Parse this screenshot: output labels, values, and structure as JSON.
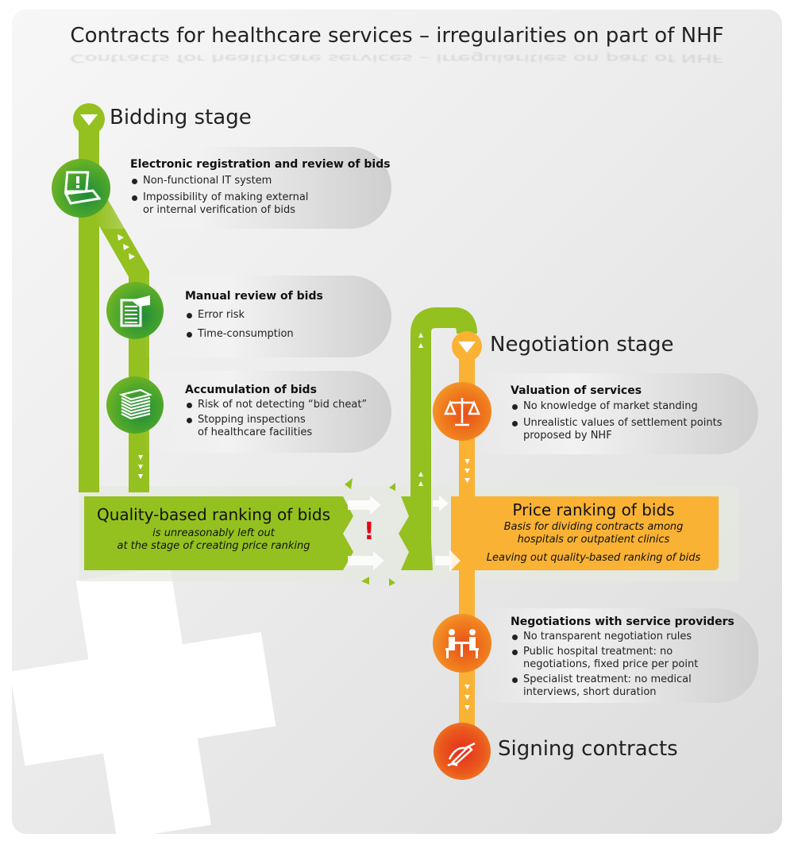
{
  "title": "Contracts for healthcare services – irregularities on part of NHF",
  "bidding": {
    "label": "Bidding stage",
    "steps": [
      {
        "heading": "Electronic registration and review of bids",
        "icon": "laptop-warning-icon",
        "items": [
          "Non-functional IT system",
          "Impossibility of making external\nor internal verification of bids"
        ]
      },
      {
        "heading": "Manual review of bids",
        "icon": "hand-document-icon",
        "items": [
          "Error risk",
          "Time-consumption"
        ]
      },
      {
        "heading": "Accumulation of bids",
        "icon": "document-stack-icon",
        "items": [
          "Risk of not detecting “bid cheat”",
          "Stopping inspections\nof healthcare facilities"
        ]
      }
    ]
  },
  "quality_band": {
    "title": "Quality-based ranking of bids",
    "subtitle": "is unreasonably left out\nat the stage of creating price ranking"
  },
  "warning_mark": "!",
  "price_band": {
    "title": "Price ranking of bids",
    "subtitle": "Basis for dividing contracts among\nhospitals or outpatient clinics",
    "note": "Leaving out quality-based ranking of bids"
  },
  "negotiation": {
    "label": "Negotiation stage",
    "steps": [
      {
        "heading": "Valuation of services",
        "icon": "scales-icon",
        "items": [
          "No knowledge of market standing",
          "Unrealistic values of settlement points\nproposed by NHF"
        ]
      },
      {
        "heading": "Negotiations with service providers",
        "icon": "meeting-icon",
        "items": [
          "No transparent negotiation rules",
          "Public hospital treatment: no\nnegotiations, fixed price per point",
          "Specialist treatment: no medical\ninterviews, short duration"
        ]
      }
    ]
  },
  "final": {
    "label": "Signing contracts",
    "icon": "signing-pen-icon"
  },
  "colors": {
    "green": "#94c11f",
    "orange": "#f9b233",
    "red": "#e52d1c"
  }
}
